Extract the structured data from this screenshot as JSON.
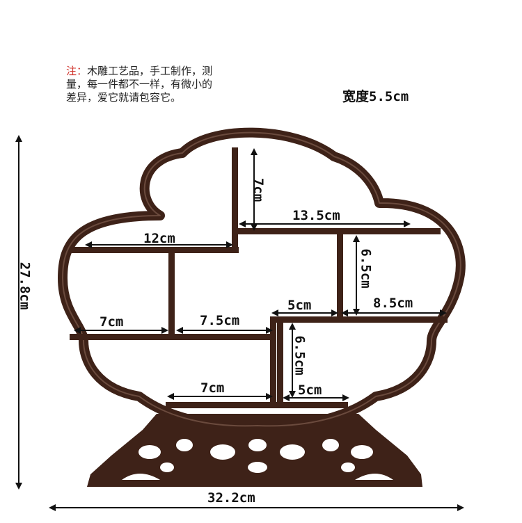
{
  "note": {
    "prefix": "注：",
    "text": "木雕工艺品，手工制作，测量，每一件都不一样，有微小的差异，爱它就请包容它。"
  },
  "width_label": "宽度5.5cm",
  "dimensions": {
    "top_compartment_height": "7cm",
    "top_right_width": "13.5cm",
    "upper_left_width": "12cm",
    "right_compartment_height": "6.5cm",
    "left_mid_width": "7cm",
    "center_mid_width": "7.5cm",
    "center_small_width": "5cm",
    "right_mid_width": "8.5cm",
    "lower_compartment_height": "6.5cm",
    "bottom_left_width": "7cm",
    "bottom_right_width": "5cm",
    "total_height": "27.8cm",
    "total_width": "32.2cm"
  },
  "colors": {
    "wood": "#3e2218",
    "wood_light": "#6a4a3d",
    "arrow": "#111111",
    "note_red": "#d0342c"
  }
}
